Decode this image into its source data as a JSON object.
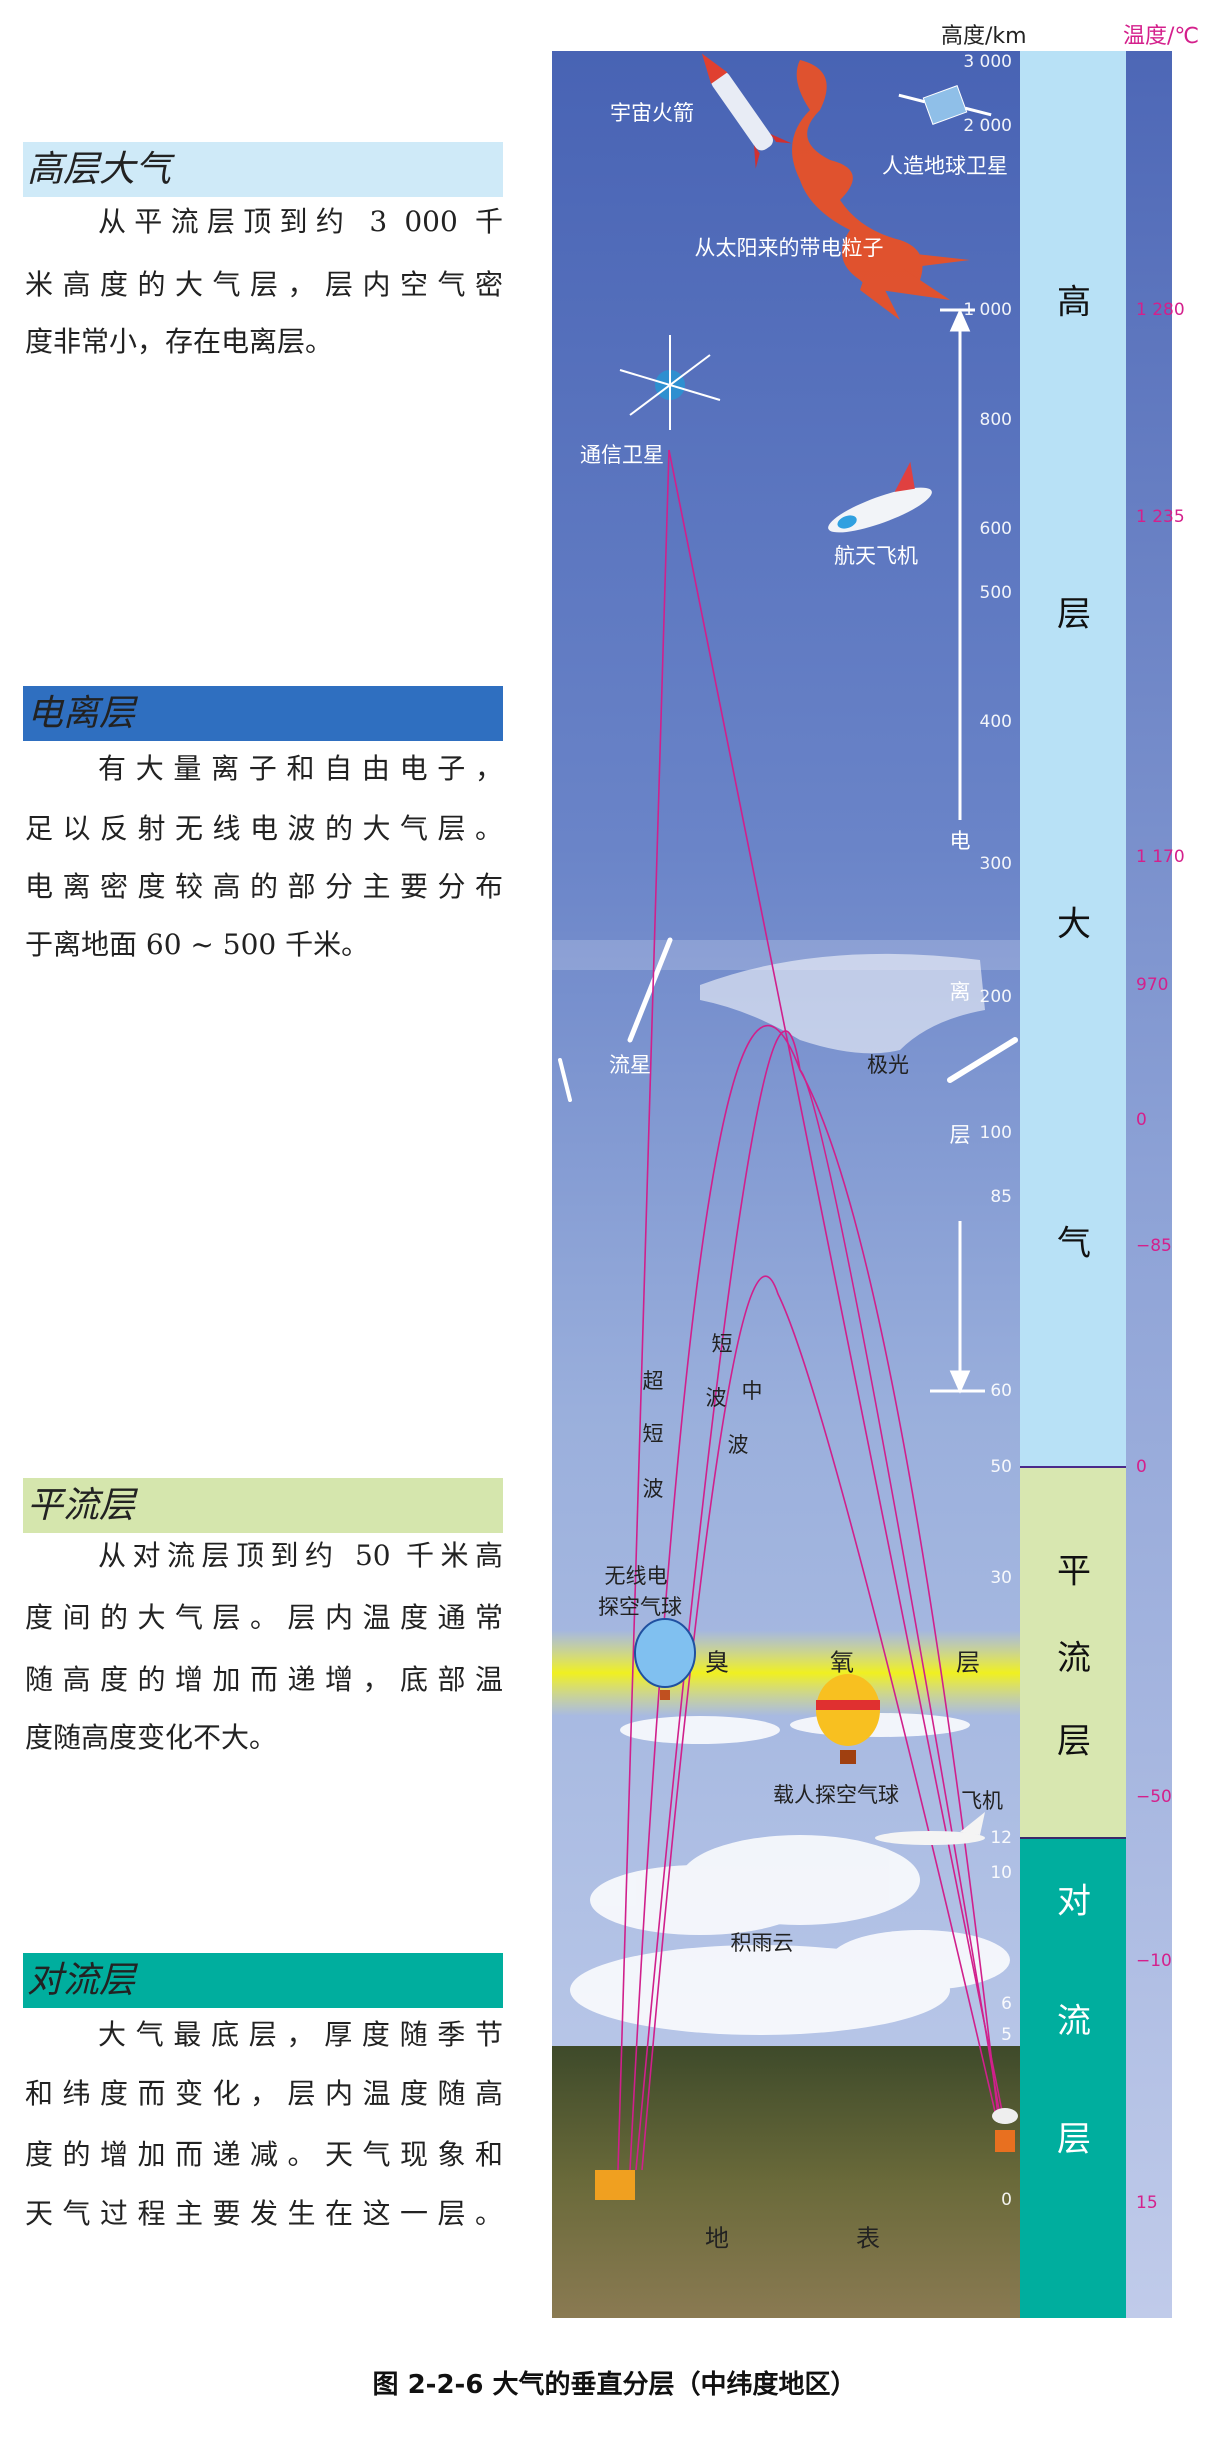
{
  "sections": [
    {
      "title": "高层大气",
      "color": "#cfeaf8",
      "lines": [
        "从平流层顶到约 3 000 千",
        "米高度的大气层，层内空气密",
        "度非常小，存在电离层。"
      ]
    },
    {
      "title": "电离层",
      "color": "#2f6fc0",
      "lines": [
        "有大量离子和自由电子，",
        "足以反射无线电波的大气层。",
        "电离密度较高的部分主要分布",
        "于离地面 60 ~ 500 千米。"
      ]
    },
    {
      "title": "平流层",
      "color": "#d5e6ad",
      "lines": [
        "从对流层顶到约 50 千米高",
        "度间的大气层。层内温度通常",
        "随高度的增加而递增，底部温",
        "度随高度变化不大。"
      ]
    },
    {
      "title": "对流层",
      "color": "#00ae9e",
      "lines": [
        "大气最底层，厚度随季节",
        "和纬度而变化，层内温度随高",
        "度的增加而递减。天气现象和",
        "天气过程主要发生在这一层。"
      ]
    }
  ],
  "axis": {
    "altitude_title": "高度/km",
    "temperature_title": "温度/℃",
    "altitude_ticks": [
      "3 000",
      "2 000",
      "1 000",
      "800",
      "600",
      "500",
      "400",
      "300",
      "200",
      "100",
      "85",
      "60",
      "50",
      "30",
      "12",
      "10",
      "6",
      "5",
      "0"
    ],
    "temperature_ticks": [
      "1 280",
      "1 235",
      "1 170",
      "970",
      "0",
      "−85",
      "0",
      "−50",
      "−10",
      "15"
    ]
  },
  "layers": [
    {
      "chars": [
        "高",
        "层",
        "大",
        "气"
      ],
      "color": "#b8e1f6"
    },
    {
      "chars": [
        "平",
        "流",
        "层"
      ],
      "color": "#d8e7b0"
    },
    {
      "chars": [
        "对",
        "流",
        "层"
      ],
      "color": "#00ae9e"
    }
  ],
  "scene_labels": {
    "rocket": "宇宙火箭",
    "earth_satellite": "人造地球卫星",
    "solar_particles": "从太阳来的带电粒子",
    "comm_satellite": "通信卫星",
    "space_shuttle": "航天飞机",
    "ionosphere": [
      "电",
      "离",
      "层"
    ],
    "meteor": "流星",
    "aurora": "极光",
    "ultrashort_wave": [
      "超",
      "短",
      "波"
    ],
    "short_wave": [
      "短",
      "波"
    ],
    "medium_wave": [
      "中",
      "波"
    ],
    "radiosonde": [
      "无线电",
      "探空气球"
    ],
    "ozone": [
      "臭",
      "氧",
      "层"
    ],
    "manned_balloon": "载人探空气球",
    "airplane": "飞机",
    "cumulonimbus": "积雨云",
    "surface": [
      "地",
      "表"
    ]
  },
  "caption": "图 2-2-6 大气的垂直分层（中纬度地区）"
}
